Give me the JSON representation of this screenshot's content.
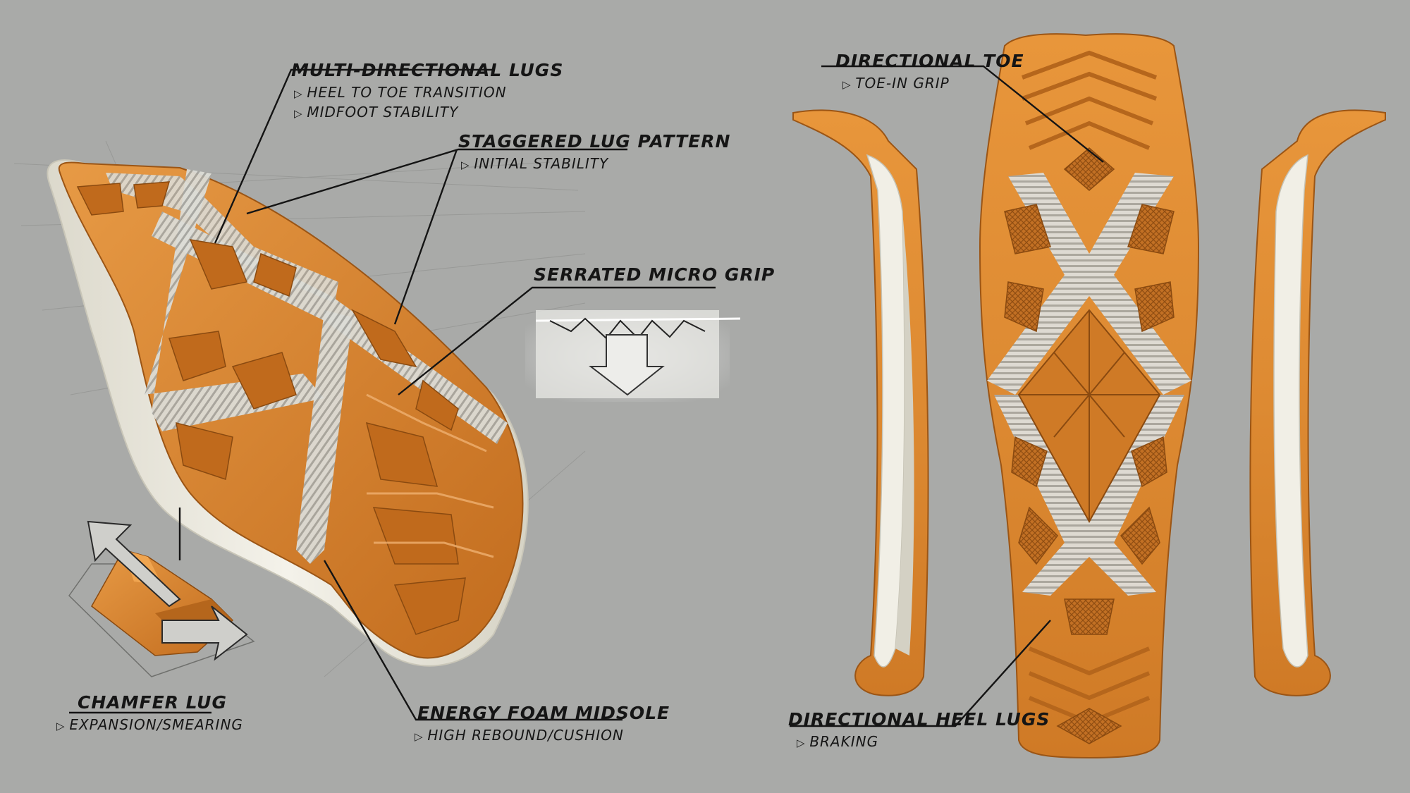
{
  "callouts": {
    "multi_directional_lugs": {
      "title": "MULTI-DIRECTIONAL LUGS",
      "points": [
        "HEEL TO TOE TRANSITION",
        "MIDFOOT STABILITY"
      ]
    },
    "staggered_lug_pattern": {
      "title": "STAGGERED LUG PATTERN",
      "points": [
        "INITIAL STABILITY"
      ]
    },
    "serrated_micro_grip": {
      "title": "SERRATED MICRO GRIP"
    },
    "chamfer_lug": {
      "title": "CHAMFER LUG",
      "points": [
        "EXPANSION/SMEARING"
      ]
    },
    "energy_foam_midsole": {
      "title": "ENERGY FOAM MIDSOLE",
      "points": [
        "HIGH REBOUND/CUSHION"
      ]
    },
    "directional_toe": {
      "title": "DIRECTIONAL TOE",
      "points": [
        "TOE-IN GRIP"
      ]
    },
    "directional_heel_lugs": {
      "title": "DIRECTIONAL HEEL LUGS",
      "points": [
        "BRAKING"
      ]
    }
  },
  "colors": {
    "background": "#a9aaa8",
    "rubber": "#d9852e",
    "rubber_dark": "#b86418",
    "foam": "#ecebe2",
    "flex_groove": "#d8d8d2",
    "ink": "#151515"
  }
}
